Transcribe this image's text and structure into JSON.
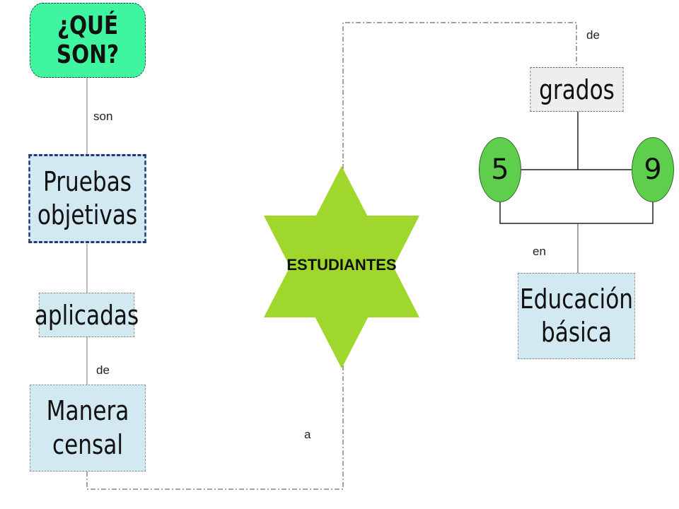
{
  "diagram": {
    "title_node": "¿QUÉ SON?",
    "nodes": {
      "pruebas": "Pruebas\nobjetivas",
      "aplicadas": "aplicadas",
      "manera": "Manera\ncensal",
      "grados": "grados",
      "educacion": "Educación\nbásica",
      "estudiantes": "ESTUDIANTES",
      "grade_5": "5",
      "grade_9": "9"
    },
    "connector_labels": {
      "son": "son",
      "de_left": "de",
      "a": "a",
      "de_top": "de",
      "en": "en"
    },
    "colors": {
      "title_fill": "#3ff59f",
      "box_fill": "#d2e9f1",
      "grados_fill": "#eeeeee",
      "star_fill": "#9fd72d",
      "circle_fill": "#5fce4d"
    }
  }
}
